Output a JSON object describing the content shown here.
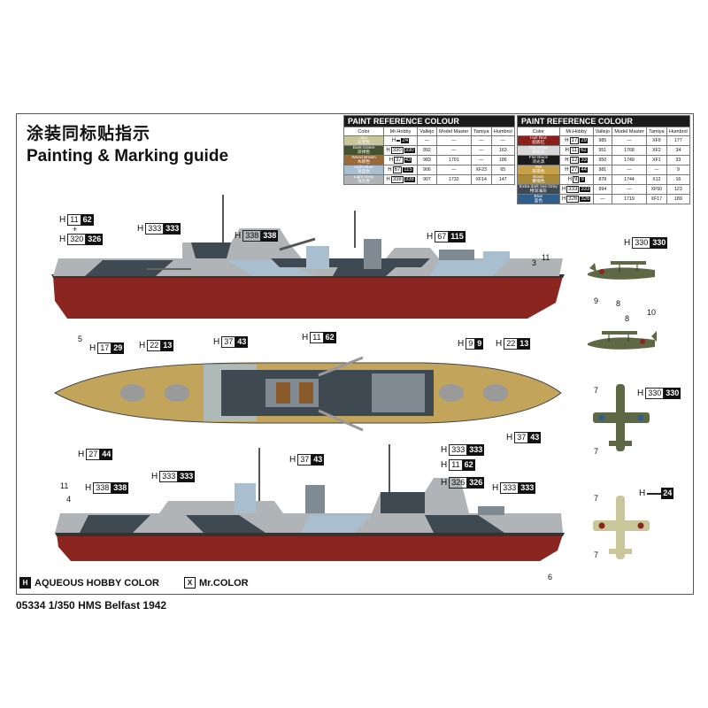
{
  "header": {
    "title_cn": "涂装同标贴指示",
    "title_en": "Painting & Marking guide"
  },
  "paint_tables": [
    {
      "title": "PAINT  REFERENCE COLOUR",
      "columns": [
        "Color",
        "Mr.Hobby",
        "Vallejo",
        "Model Master",
        "Tamiya",
        "Humbrol"
      ],
      "rows": [
        {
          "name": "Sky",
          "name_cn": "天空色",
          "color": "#c9c79a",
          "h1": "",
          "h2": "24",
          "vallejo": "—",
          "model_master": "—",
          "tamiya": "—",
          "humbrol": "—"
        },
        {
          "name": "Dark Green",
          "name_cn": "深绿色",
          "color": "#46512f",
          "h1": "330",
          "h2": "330",
          "vallejo": "892",
          "model_master": "—",
          "tamiya": "—",
          "humbrol": "163"
        },
        {
          "name": "Wood Brown",
          "name_cn": "木棕色",
          "color": "#9c6a36",
          "h1": "37",
          "h2": "43",
          "vallejo": "983",
          "model_master": "1701",
          "tamiya": "—",
          "humbrol": "186"
        },
        {
          "name": "Light Blue",
          "name_cn": "浅蓝色",
          "color": "#a9bfd0",
          "h1": "67",
          "h2": "115",
          "vallejo": "906",
          "model_master": "—",
          "tamiya": "XF23",
          "humbrol": "65"
        },
        {
          "name": "Light Grey",
          "name_cn": "浅灰色",
          "color": "#b0b4b6",
          "h1": "338",
          "h2": "338",
          "vallejo": "907",
          "model_master": "1732",
          "tamiya": "XF14",
          "humbrol": "147"
        }
      ]
    },
    {
      "title": "PAINT  REFERENCE COLOUR",
      "columns": [
        "Color",
        "Mr.Hobby",
        "Vallejo",
        "Model Master",
        "Tamiya",
        "Humbrol"
      ],
      "rows": [
        {
          "name": "Hull Red",
          "name_cn": "船底红",
          "color": "#8a1f1c",
          "h1": "17",
          "h2": "29",
          "vallejo": "985",
          "model_master": "—",
          "tamiya": "XF9",
          "humbrol": "177"
        },
        {
          "name": "Flat White",
          "name_cn": "哑光白",
          "color": "#d8d8d8",
          "h1": "11",
          "h2": "62",
          "vallejo": "951",
          "model_master": "1768",
          "tamiya": "XF2",
          "humbrol": "34"
        },
        {
          "name": "Flat Black",
          "name_cn": "消光黑",
          "color": "#1b1b1b",
          "h1": "12",
          "h2": "33",
          "vallejo": "950",
          "model_master": "1749",
          "tamiya": "XF1",
          "humbrol": "33"
        },
        {
          "name": "Tan",
          "name_cn": "茶褐色",
          "color": "#c6a14a",
          "h1": "27",
          "h2": "44",
          "vallejo": "981",
          "model_master": "—",
          "tamiya": "—",
          "humbrol": "9"
        },
        {
          "name": "Brass",
          "name_cn": "黄铜色",
          "color": "#a98a3a",
          "h1": "9",
          "h2": "9",
          "vallejo": "878",
          "model_master": "1744",
          "tamiya": "X12",
          "humbrol": "16"
        },
        {
          "name": "Extra dark sea Grey",
          "name_cn": "特深海灰",
          "color": "#3f4952",
          "h1": "333",
          "h2": "333",
          "vallejo": "994",
          "model_master": "—",
          "tamiya": "XF50",
          "humbrol": "123"
        },
        {
          "name": "Blue",
          "name_cn": "蓝色",
          "color": "#2f5d8c",
          "h1": "326",
          "h2": "326",
          "vallejo": "—",
          "model_master": "1719",
          "tamiya": "XF17",
          "humbrol": "189"
        }
      ]
    }
  ],
  "callouts": [
    {
      "a": "11",
      "b": "62"
    },
    {
      "a": "320",
      "b": "326"
    },
    {
      "a": "333",
      "b": "333"
    },
    {
      "a": "338",
      "b": "338"
    },
    {
      "a": "67",
      "b": "115"
    },
    {
      "a": "330",
      "b": "330"
    },
    {
      "a": "17",
      "b": "29"
    },
    {
      "a": "22",
      "b": "13"
    },
    {
      "a": "9",
      "b": "9"
    },
    {
      "a": "22",
      "b": "13"
    },
    {
      "a": "37",
      "b": "43"
    },
    {
      "a": "11",
      "b": "62"
    },
    {
      "a": "27",
      "b": "44"
    },
    {
      "a": "37",
      "b": "43"
    },
    {
      "a": "333",
      "b": "333"
    },
    {
      "a": "37",
      "b": "43"
    },
    {
      "a": "330",
      "b": "330"
    },
    {
      "a": "333",
      "b": "333"
    },
    {
      "a": "338",
      "b": "338"
    },
    {
      "a": "11",
      "b": "62"
    },
    {
      "a": "326",
      "b": "326"
    },
    {
      "a": "333",
      "b": "333"
    },
    {
      "a": "",
      "b": "24"
    }
  ],
  "callout_prefix": "H",
  "plus_sign": "+",
  "numbers": [
    "3",
    "11",
    "5",
    "9",
    "8",
    "8",
    "10",
    "7",
    "7",
    "11",
    "4",
    "7",
    "7",
    "6"
  ],
  "legend": {
    "aqueous_box": "H",
    "aqueous_label": "AQUEOUS HOBBY COLOR",
    "mr_box": "X",
    "mr_label": "Mr.COLOR"
  },
  "kit_label": "05334 1/350 HMS Belfast 1942",
  "colors": {
    "hull_red": "#8a2520",
    "light_grey": "#b0b4b6",
    "dark_sea_grey": "#3f4952",
    "light_blue": "#a9bfd0",
    "deck_tan": "#c2a45a",
    "aircraft_green": "#5e6845",
    "aircraft_sky": "#c9c79a"
  }
}
